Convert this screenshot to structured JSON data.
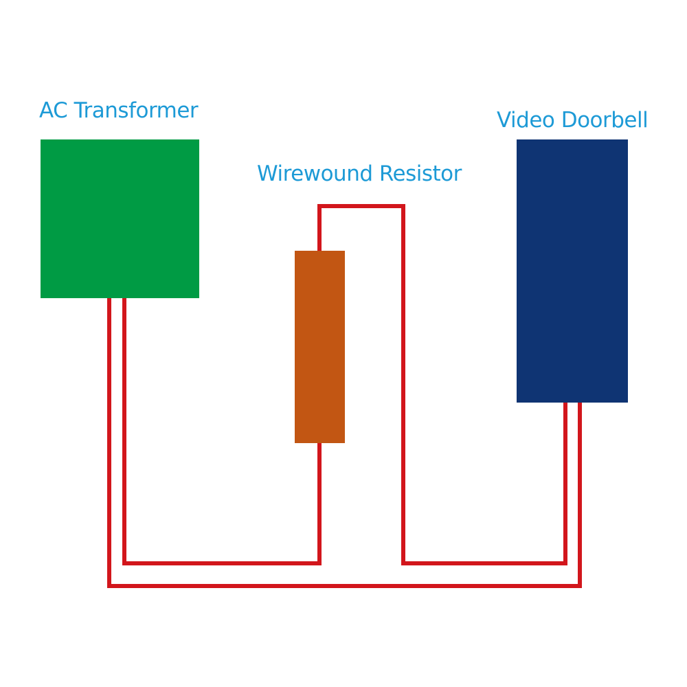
{
  "colors": {
    "background": "#ffffff",
    "label_text": "#1d9ad6",
    "wire": "#d2161c",
    "transformer": "#009b44",
    "resistor": "#c25613",
    "doorbell": "#0f3473"
  },
  "components": {
    "transformer": {
      "label": "AC Transformer"
    },
    "resistor": {
      "label": "Wirewound Resistor"
    },
    "doorbell": {
      "label": "Video Doorbell"
    }
  }
}
